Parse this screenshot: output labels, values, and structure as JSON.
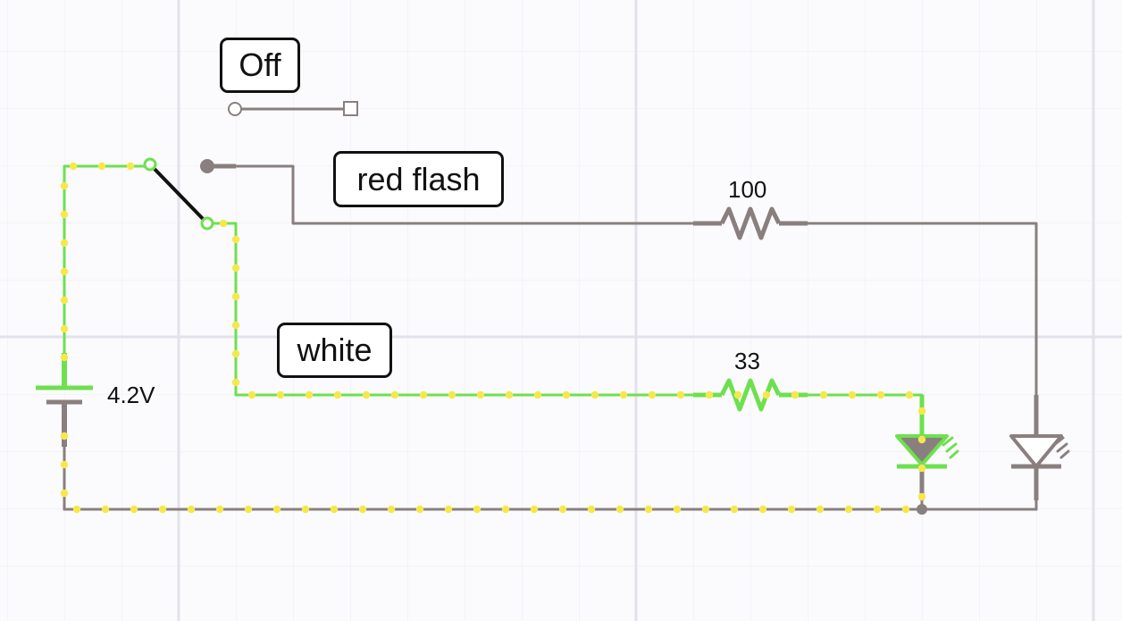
{
  "labels": {
    "off": "Off",
    "red_flash": "red flash",
    "white": "white"
  },
  "components": {
    "battery": {
      "voltage": "4.2V"
    },
    "resistor_top": {
      "value": "100"
    },
    "resistor_bottom": {
      "value": "33"
    }
  },
  "switch_state": "white",
  "colors": {
    "wire_idle": "#8a7f7f",
    "wire_active": "#6ee04f",
    "current_dot": "#f6e84a",
    "switch_lever": "#111111",
    "label_border": "#111111",
    "grid": "#e6e6ee"
  }
}
